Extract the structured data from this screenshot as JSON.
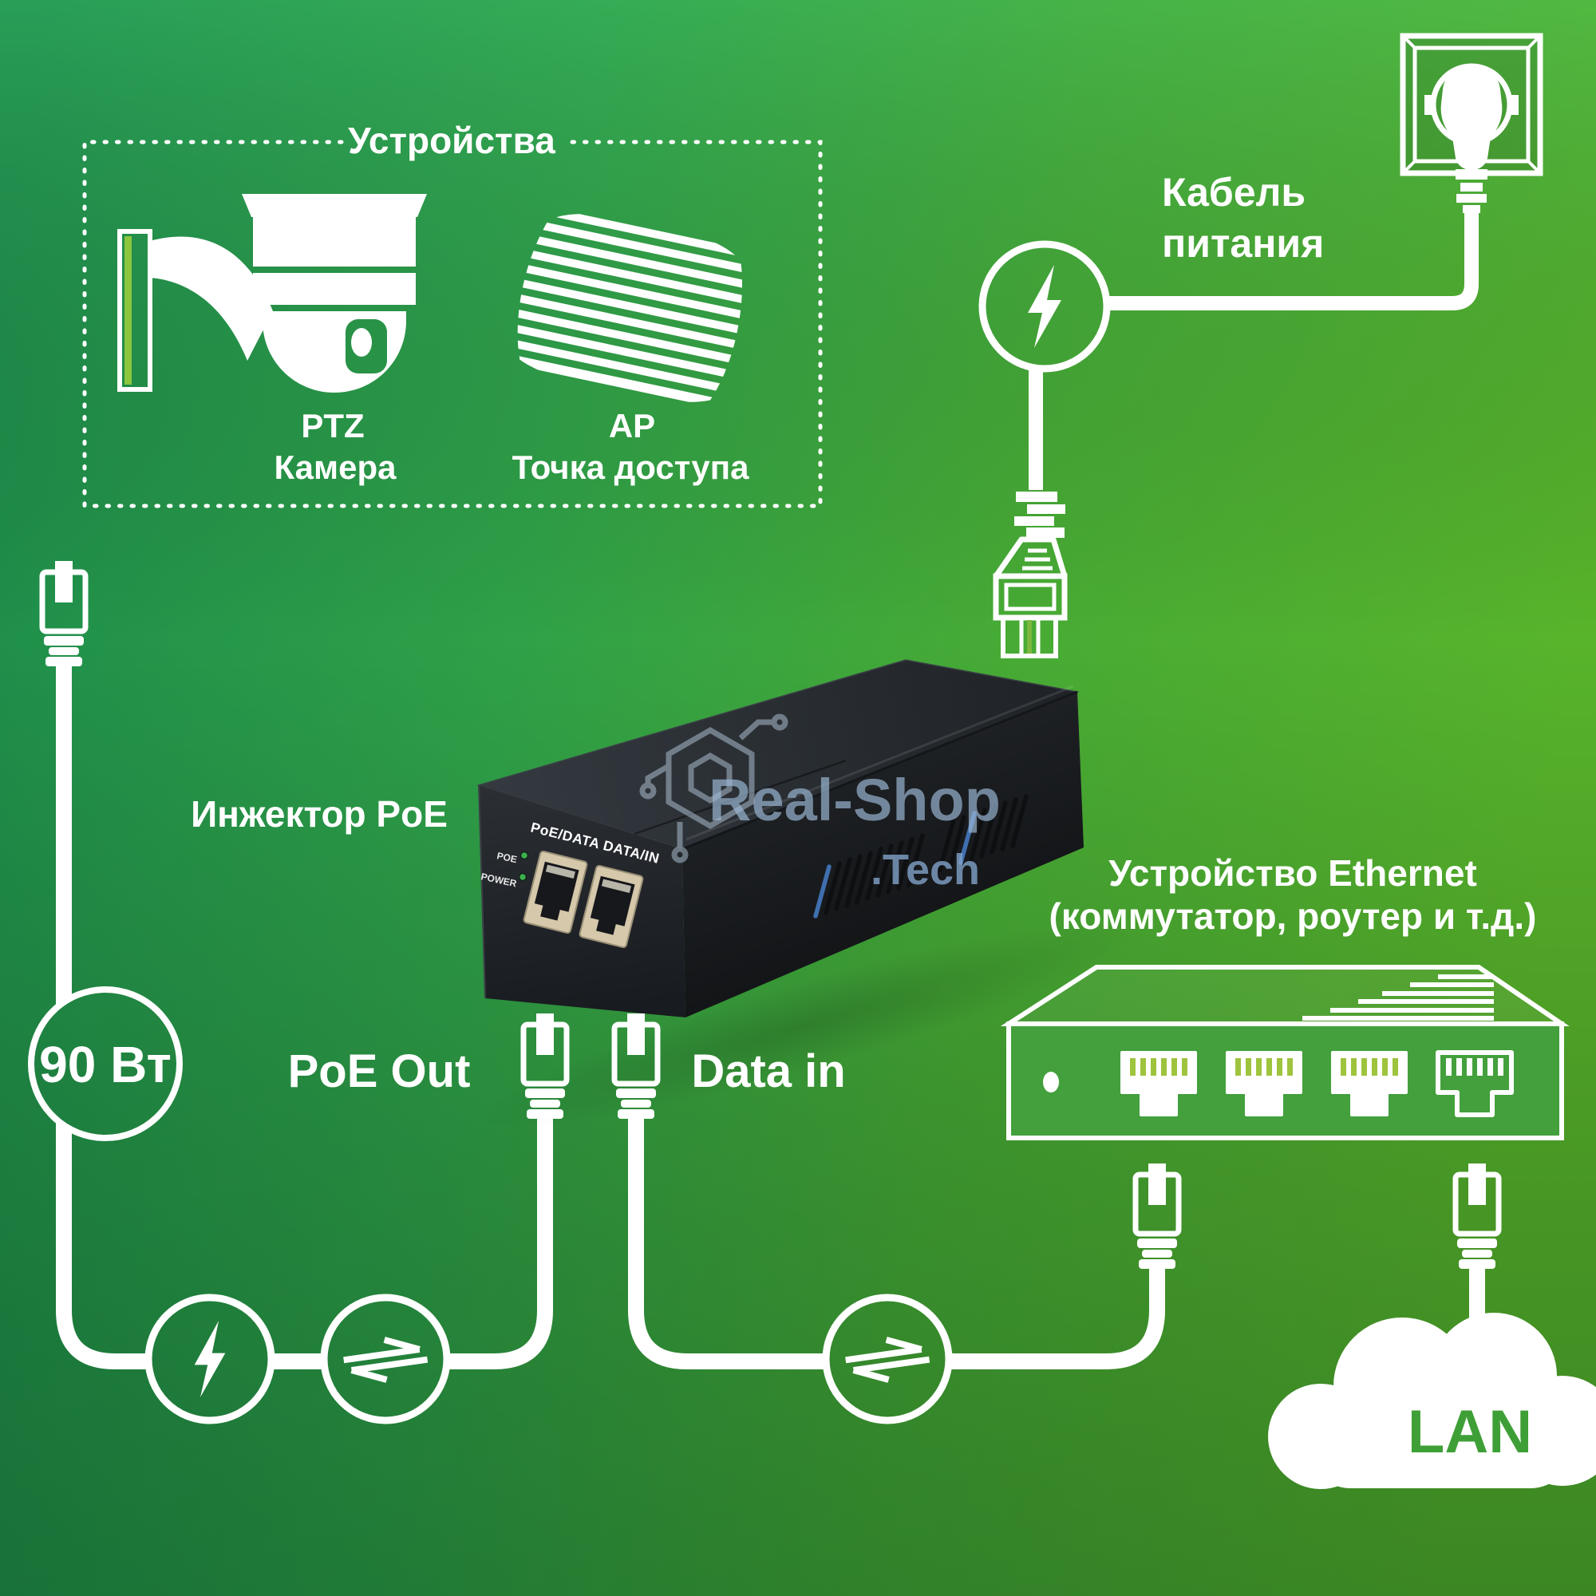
{
  "devices_box": {
    "title": "Устройства",
    "items": [
      {
        "type": "PTZ",
        "label": "Камера",
        "icon": "ptz-camera-icon"
      },
      {
        "type": "AP",
        "label": "Точка доступа",
        "icon": "access-point-icon"
      }
    ]
  },
  "power": {
    "cable_label_line1": "Кабель",
    "cable_label_line2": "питания",
    "watts_badge": "90 Вт"
  },
  "injector": {
    "label": "Инжектор PoE",
    "panel_text": "PoE/DATA DATA/IN",
    "led_labels": [
      "POE",
      "POWER"
    ],
    "poe_out_label": "PoE Out",
    "data_in_label": "Data in"
  },
  "ethernet_device": {
    "title_line1": "Устройство Ethernet",
    "title_line2": "(коммутатор, роутер и т.д.)"
  },
  "network": {
    "lan_label": "LAN"
  },
  "watermark": {
    "brand": "Real-Shop",
    "tld": ".Tech"
  },
  "icons": {
    "power": "lightning-icon",
    "data_transfer": "transfer-arrows-icon",
    "wall_outlet": "power-outlet-icon",
    "plug": "power-plug-icon",
    "dc_connector": "power-connector-icon",
    "rj45": "rj45-connector-icon",
    "cloud": "lan-cloud-icon"
  },
  "colors": {
    "bg_dark": "#15713c",
    "bg_bright": "#58b42b",
    "switch_face": "#43a03c",
    "pin_green": "#9ec43e",
    "stripe_lime": "#8cc63f",
    "lan_text": "#3f9f37",
    "watermark_blue": "#9cb9d6",
    "led_green": "#3db04c"
  }
}
